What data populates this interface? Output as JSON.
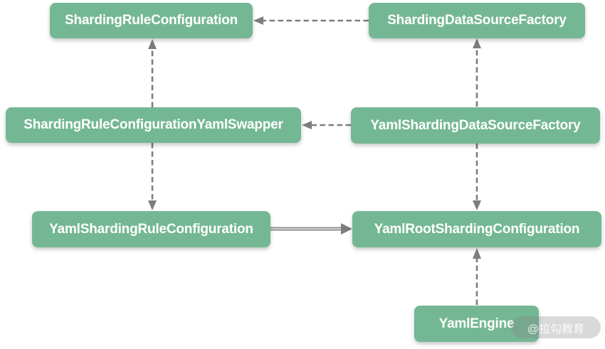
{
  "diagram": {
    "nodes": [
      {
        "id": "sharding-rule-configuration",
        "label": "ShardingRuleConfiguration"
      },
      {
        "id": "sharding-data-source-factory",
        "label": "ShardingDataSourceFactory"
      },
      {
        "id": "sharding-rule-configuration-yaml-swapper",
        "label": "ShardingRuleConfigurationYamlSwapper"
      },
      {
        "id": "yaml-sharding-data-source-factory",
        "label": "YamlShardingDataSourceFactory"
      },
      {
        "id": "yaml-sharding-rule-configuration",
        "label": "YamlShardingRuleConfiguration"
      },
      {
        "id": "yaml-root-sharding-configuration",
        "label": "YamlRootShardingConfiguration"
      },
      {
        "id": "yaml-engine",
        "label": "YamlEngine"
      }
    ],
    "edges": [
      {
        "from": "sharding-data-source-factory",
        "to": "sharding-rule-configuration",
        "style": "dashed",
        "direction": "left"
      },
      {
        "from": "sharding-rule-configuration-yaml-swapper",
        "to": "sharding-rule-configuration",
        "style": "dashed",
        "direction": "up"
      },
      {
        "from": "yaml-sharding-data-source-factory",
        "to": "sharding-rule-configuration-yaml-swapper",
        "style": "dashed",
        "direction": "left"
      },
      {
        "from": "yaml-sharding-data-source-factory",
        "to": "sharding-data-source-factory",
        "style": "dashed",
        "direction": "up"
      },
      {
        "from": "sharding-rule-configuration-yaml-swapper",
        "to": "yaml-sharding-rule-configuration",
        "style": "dashed",
        "direction": "down"
      },
      {
        "from": "yaml-sharding-data-source-factory",
        "to": "yaml-root-sharding-configuration",
        "style": "dashed",
        "direction": "down"
      },
      {
        "from": "yaml-sharding-rule-configuration",
        "to": "yaml-root-sharding-configuration",
        "style": "solid",
        "direction": "right"
      },
      {
        "from": "yaml-engine",
        "to": "yaml-root-sharding-configuration",
        "style": "dashed",
        "direction": "up"
      }
    ]
  },
  "watermark": {
    "label": "@拉勾教育"
  },
  "colors": {
    "node_bg": "#74b794",
    "node_text": "#ffffff",
    "arrow": "#7d7d7d",
    "solid_arrow_core": "#d9d9d9",
    "background": "#ffffff"
  }
}
